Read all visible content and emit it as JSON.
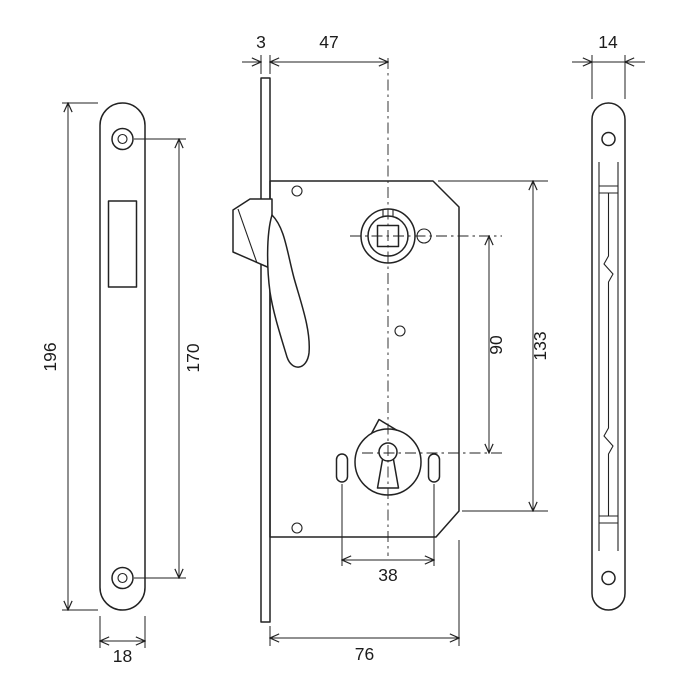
{
  "drawing": {
    "background": "#ffffff",
    "line_color": "#222222",
    "dims": {
      "plate_height": "196",
      "hole_centers": "170",
      "plate_width": "18",
      "plate_thickness": "3",
      "backset": "47",
      "spindle_to_key": "90",
      "top_to_key": "133",
      "key_pitch": "38",
      "case_depth": "76",
      "edge_width": "14"
    }
  }
}
